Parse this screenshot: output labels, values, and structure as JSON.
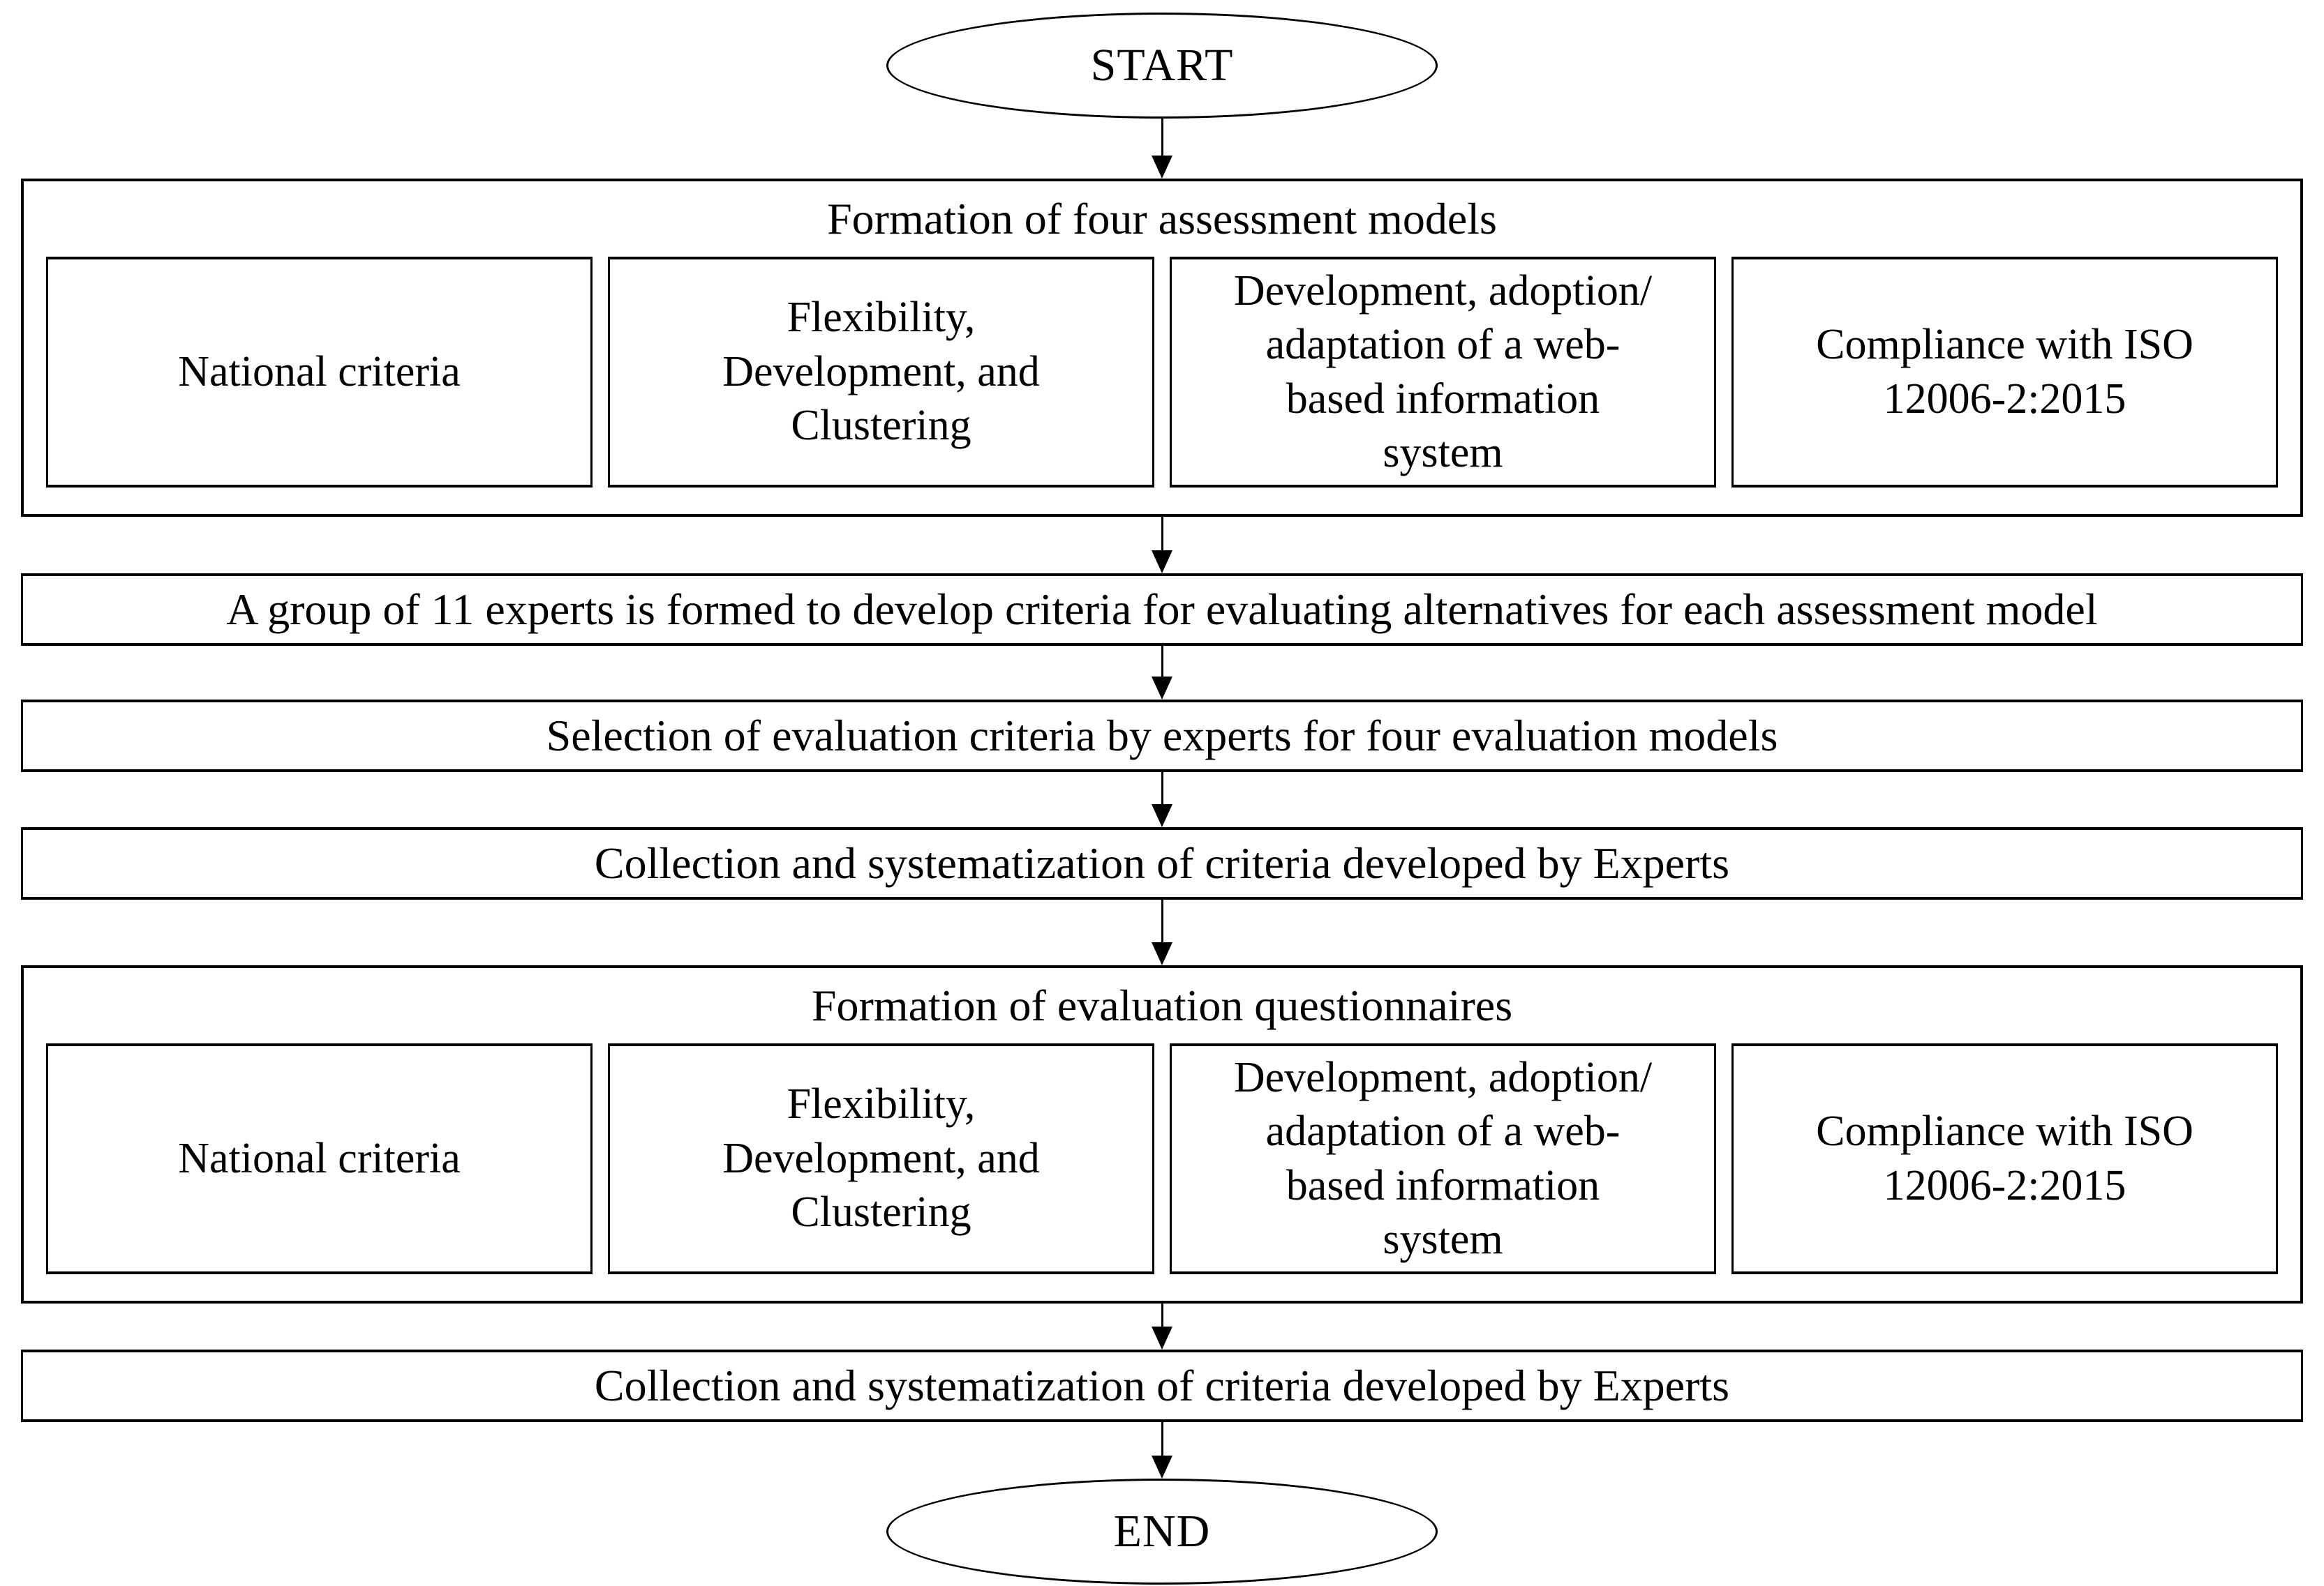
{
  "palette": {
    "line": "#000000",
    "background": "#ffffff",
    "text": "#000000"
  },
  "terminators": {
    "start_label": "START",
    "end_label": "END"
  },
  "stage1": {
    "title": "Formation of four assessment models"
  },
  "stage2": {
    "title": "Formation of evaluation questionnaires"
  },
  "assessment_models": [
    {
      "label": "National criteria"
    },
    {
      "label": "Flexibility,\nDevelopment, and\nClustering"
    },
    {
      "label": "Development, adoption/\nadaptation of a web-\nbased information\nsystem"
    },
    {
      "label": "Compliance with ISO\n12006-2:2015"
    }
  ],
  "steps": {
    "experts_group": "A group of 11 experts is formed to develop criteria for evaluating alternatives for each assessment model",
    "criteria_selection": "Selection of evaluation criteria by experts for four evaluation models",
    "criteria_collection_1": "Collection and systematization of criteria developed by Experts",
    "criteria_collection_2": "Collection and systematization of criteria developed by Experts"
  }
}
